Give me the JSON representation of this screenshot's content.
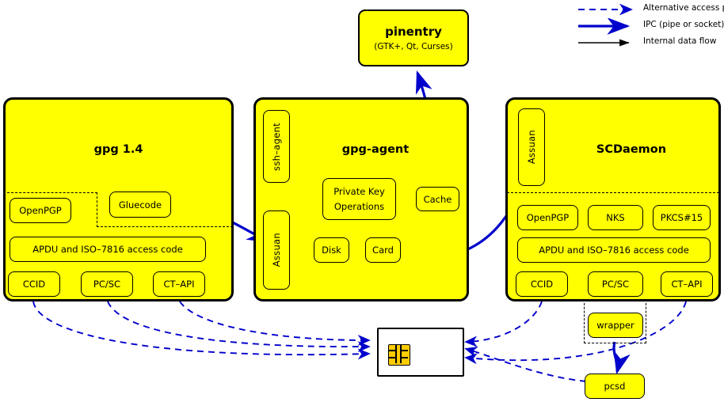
{
  "diagram": {
    "title": "GnuPG smartcard architecture",
    "colors": {
      "box_fill": "#ffff00",
      "box_stroke": "#000000",
      "ipc_arrow": "#0000cc",
      "alt_path": "#0000cc",
      "internal_flow": "#000000",
      "card_fill": "#ffffff",
      "chip_fill": "#ffcc00"
    }
  },
  "legend": {
    "items": [
      {
        "label": "Alternative access paths",
        "style": "dashed-blue-arrow",
        "color": "#0000cc"
      },
      {
        "label": "IPC (pipe or socket)",
        "style": "solid-blue-thick-arrow",
        "color": "#0000cc"
      },
      {
        "label": "Internal data flow",
        "style": "solid-black-thin-arrow",
        "color": "#000000"
      }
    ]
  },
  "pinentry": {
    "title": "pinentry",
    "subtitle": "(GTK+, Qt, Curses)"
  },
  "gpg14": {
    "title": "gpg 1.4",
    "blocks": {
      "openpgp": "OpenPGP",
      "gluecode": "Gluecode",
      "apdu": "APDU and ISO–7816 access code",
      "ccid": "CCID",
      "pcsc": "PC/SC",
      "ctapi": "CT–API"
    }
  },
  "gpgagent": {
    "title": "gpg-agent",
    "blocks": {
      "ssh_agent": "ssh–agent",
      "assuan": "Assuan",
      "private_key_ops_line1": "Private Key",
      "private_key_ops_line2": "Operations",
      "cache": "Cache",
      "disk": "Disk",
      "card": "Card"
    }
  },
  "scdaemon": {
    "title": "SCDaemon",
    "blocks": {
      "assuan": "Assuan",
      "openpgp": "OpenPGP",
      "nks": "NKS",
      "pkcs15": "PKCS#15",
      "apdu": "APDU and ISO–7816 access code",
      "ccid": "CCID",
      "pcsc": "PC/SC",
      "ctapi": "CT–API",
      "wrapper": "wrapper"
    }
  },
  "external": {
    "pcsd": "pcsd",
    "smartcard": "smartcard"
  }
}
